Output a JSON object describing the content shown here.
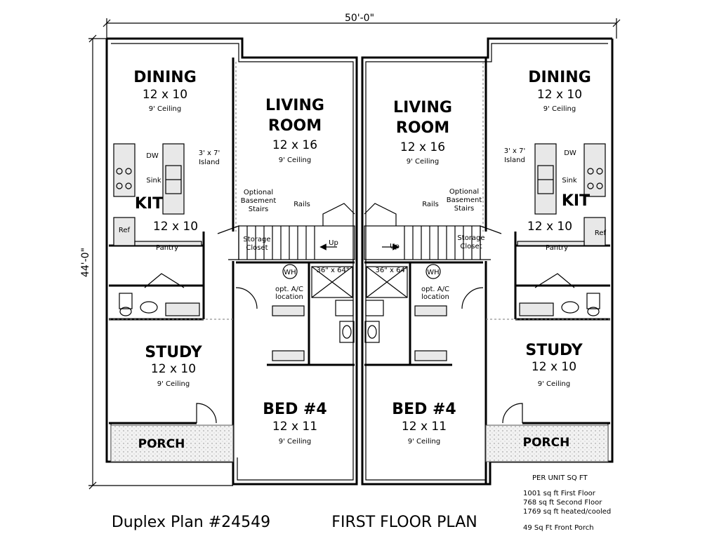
{
  "dimensions": {
    "width": "50'-0\"",
    "depth": "44'-0\""
  },
  "units": {
    "left": {
      "dining": {
        "name": "DINING",
        "size": "12 x 10",
        "ceiling": "9' Ceiling"
      },
      "living": {
        "name_line1": "LIVING",
        "name_line2": "ROOM",
        "size": "12 x 16",
        "ceiling": "9' Ceiling"
      },
      "kitchen": {
        "name": "KIT",
        "size": "12 x 10",
        "dw": "DW",
        "sink": "Sink",
        "island_line1": "3' x 7'",
        "island_line2": "Island",
        "ref": "Ref",
        "pantry": "Pantry"
      },
      "stairs": {
        "optional_line1": "Optional",
        "optional_line2": "Basement",
        "optional_line3": "Stairs",
        "rails": "Rails",
        "storage_line1": "Storage",
        "storage_line2": "Closet",
        "up": "Up"
      },
      "utility": {
        "wh": "WH",
        "ac_line1": "opt. A/C",
        "ac_line2": "location",
        "attic": "36\" x 64\""
      },
      "study": {
        "name": "STUDY",
        "size": "12 x 10",
        "ceiling": "9' Ceiling"
      },
      "porch": {
        "name": "PORCH"
      },
      "bed": {
        "name": "BED #4",
        "size": "12 x 11",
        "ceiling": "9' Ceiling"
      }
    },
    "right": {
      "dining": {
        "name": "DINING",
        "size": "12 x 10",
        "ceiling": "9' Ceiling"
      },
      "living": {
        "name_line1": "LIVING",
        "name_line2": "ROOM",
        "size": "12 x 16",
        "ceiling": "9' Ceiling"
      },
      "kitchen": {
        "name": "KIT",
        "size": "12 x 10",
        "dw": "DW",
        "sink": "Sink",
        "island_line1": "3' x 7'",
        "island_line2": "Island",
        "ref": "Ref",
        "pantry": "Pantry"
      },
      "stairs": {
        "optional_line1": "Optional",
        "optional_line2": "Basement",
        "optional_line3": "Stairs",
        "rails": "Rails",
        "storage_line1": "Storage",
        "storage_line2": "Closet",
        "up": "Up"
      },
      "utility": {
        "wh": "WH",
        "ac_line1": "opt. A/C",
        "ac_line2": "location",
        "attic": "36\" x 64\""
      },
      "study": {
        "name": "STUDY",
        "size": "12 x 10",
        "ceiling": "9' Ceiling"
      },
      "porch": {
        "name": "PORCH"
      },
      "bed": {
        "name": "BED #4",
        "size": "12 x 11",
        "ceiling": "9' Ceiling"
      }
    }
  },
  "sqft": {
    "heading": "PER UNIT SQ FT",
    "first_floor": "1001 sq ft First Floor",
    "second_floor": "768 sq ft Second Floor",
    "heated": "1769 sq ft heated/cooled",
    "porch": "49 Sq Ft Front Porch"
  },
  "footer": {
    "plan_name": "Duplex Plan #24549",
    "plan_title": "FIRST FLOOR PLAN"
  }
}
